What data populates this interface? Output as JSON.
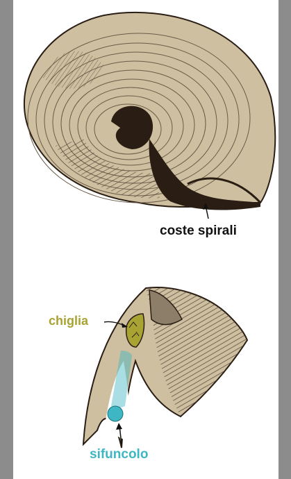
{
  "labels": {
    "coste_spirali": "coste spirali",
    "chiglia": "chiglia",
    "sifuncolo": "sifuncolo"
  },
  "colors": {
    "background_frame": "#8c8c8c",
    "panel": "#ffffff",
    "shell": "#cdbf9f",
    "shell_dark": "#2a1d14",
    "chiglia": "#a8a332",
    "sifuncolo": "#3fb6c4"
  }
}
